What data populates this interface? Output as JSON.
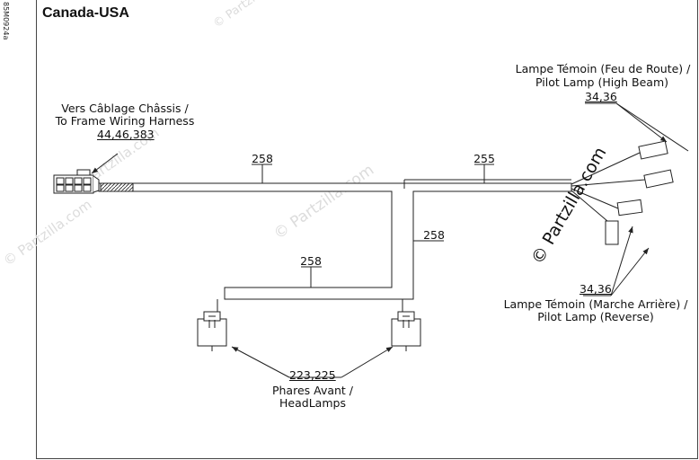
{
  "doc_id": "85M0924a",
  "title": "Canada-USA",
  "watermark": "© Partzilla.com",
  "labels": {
    "frame_harness_line1": "Vers Câblage Châssis /",
    "frame_harness_line2": "To Frame Wiring Harness",
    "frame_harness_ref": "44,46,383",
    "high_beam_line1": "Lampe Témoin (Feu de Route) /",
    "high_beam_line2": "Pilot Lamp (High Beam)",
    "high_beam_ref": "34,36",
    "reverse_ref": "34,36",
    "reverse_line1": "Lampe Témoin (Marche Arrière) /",
    "reverse_line2": "Pilot Lamp (Reverse)",
    "headlamps_ref": "223,225",
    "headlamps_line1": "Phares Avant /",
    "headlamps_line2": "HeadLamps"
  },
  "wire_refs": {
    "main_left": "258",
    "main_right": "255",
    "branch_vertical": "258",
    "branch_horizontal": "258"
  },
  "colors": {
    "line": "#222222",
    "watermark": "#d9d9d9"
  }
}
